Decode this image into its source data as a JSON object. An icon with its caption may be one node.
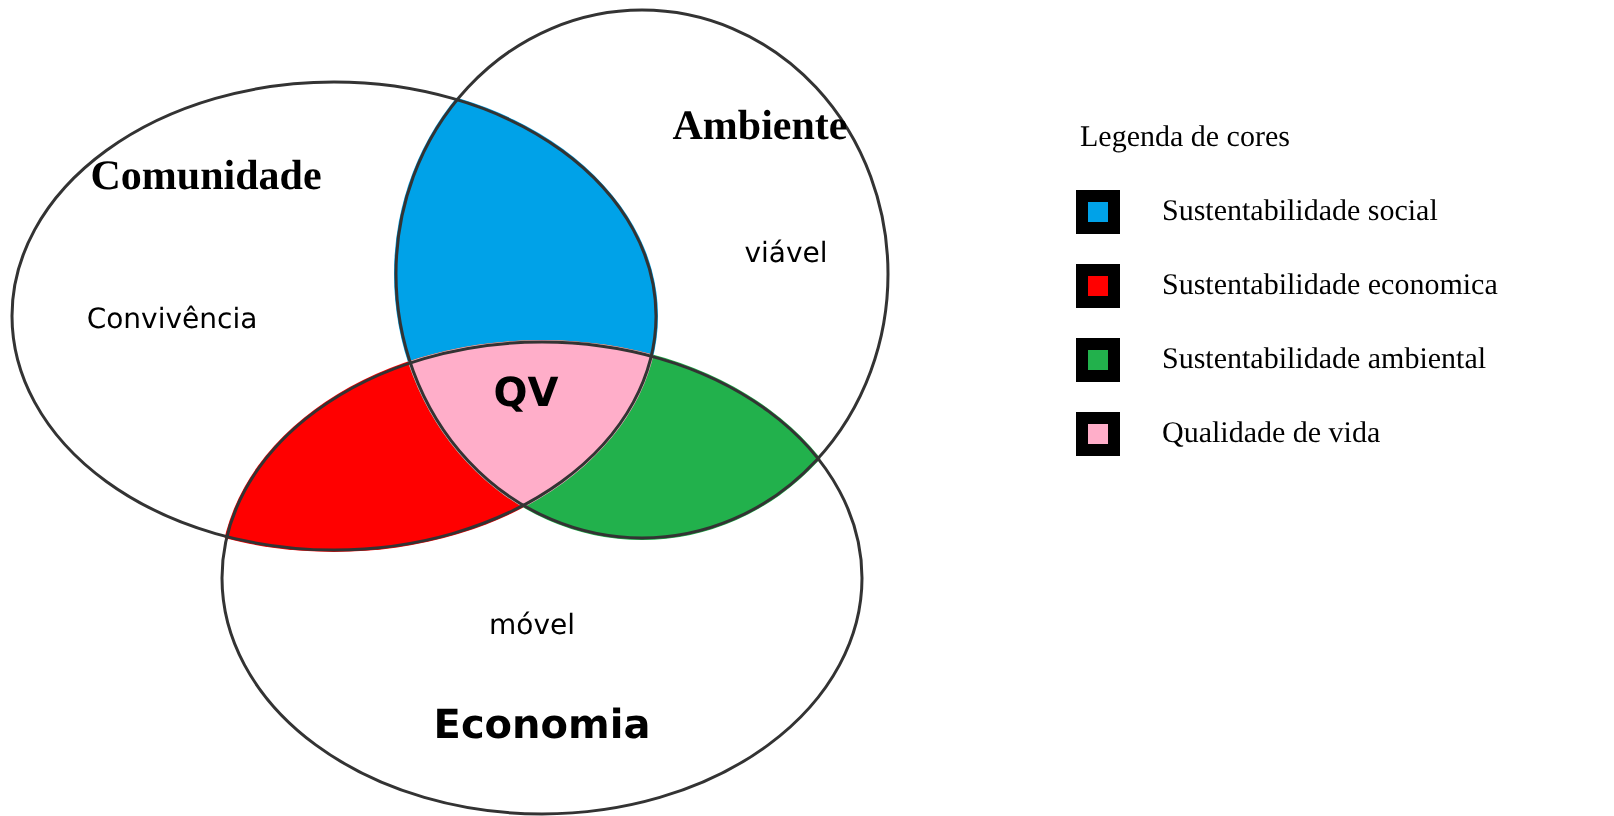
{
  "diagram": {
    "nodes": [
      {
        "text": [
          "Comunidade",
          "Convivência"
        ]
      },
      {
        "text": [
          "Ambiente",
          "viável"
        ]
      },
      {
        "text": [
          "móvel",
          "Economia"
        ]
      }
    ],
    "labels": [
      "QV",
      "Legenda de cores"
    ],
    "legend": [
      {
        "text": "Sustentabilidade social",
        "color": "#00a2e8"
      },
      {
        "text": "Sustentabilidade economica",
        "color": "#ff0000"
      },
      {
        "text": "Sustentabilidade ambiental",
        "color": "#22b14c"
      },
      {
        "text": "Qualidade de vida",
        "color": "#ffaec9"
      }
    ]
  }
}
